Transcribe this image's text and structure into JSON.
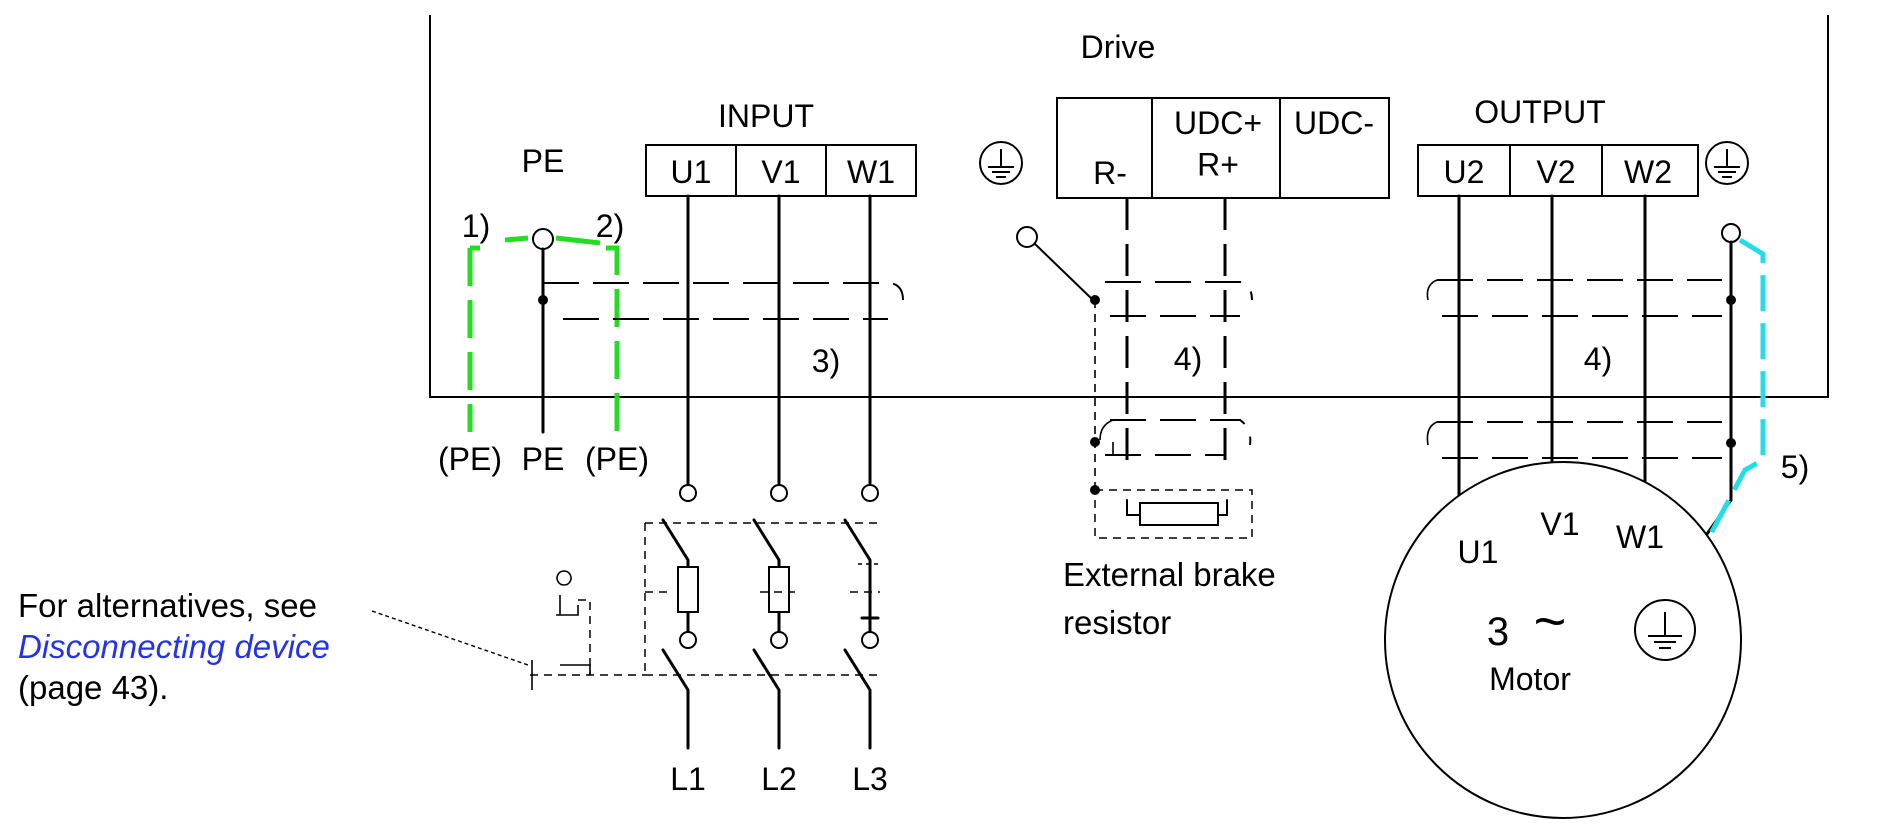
{
  "colors": {
    "pe_green": "#22dd22",
    "motor_pe_cyan": "#22dde8",
    "link_blue": "#2433e6",
    "line": "#000000"
  },
  "icons": [
    "ground-symbol"
  ],
  "drive": {
    "title": "Drive",
    "pe_label": "PE",
    "input": {
      "title": "INPUT",
      "terminals": [
        "U1",
        "V1",
        "W1"
      ]
    },
    "brake": {
      "terminals": [
        "R-",
        "UDC+\nR+",
        "UDC-"
      ]
    },
    "output": {
      "title": "OUTPUT",
      "terminals": [
        "U2",
        "V2",
        "W2"
      ]
    }
  },
  "notes": {
    "n1": "1)",
    "n2": "2)",
    "n3": "3)",
    "n4a": "4)",
    "n4b": "4)",
    "n5": "5)"
  },
  "pe_labels": {
    "left": "(PE)",
    "middle": "PE",
    "right": "(PE)"
  },
  "supply_lines": [
    "L1",
    "L2",
    "L3"
  ],
  "brake_resistor_label": [
    "External brake",
    "resistor"
  ],
  "motor": {
    "terminals": [
      "U1",
      "V1",
      "W1"
    ],
    "phase_count": "3",
    "symbol": "~",
    "label": "Motor"
  },
  "caption": {
    "prefix": "For alternatives, see",
    "link": "Disconnecting device",
    "suffix": "(page 43)."
  }
}
